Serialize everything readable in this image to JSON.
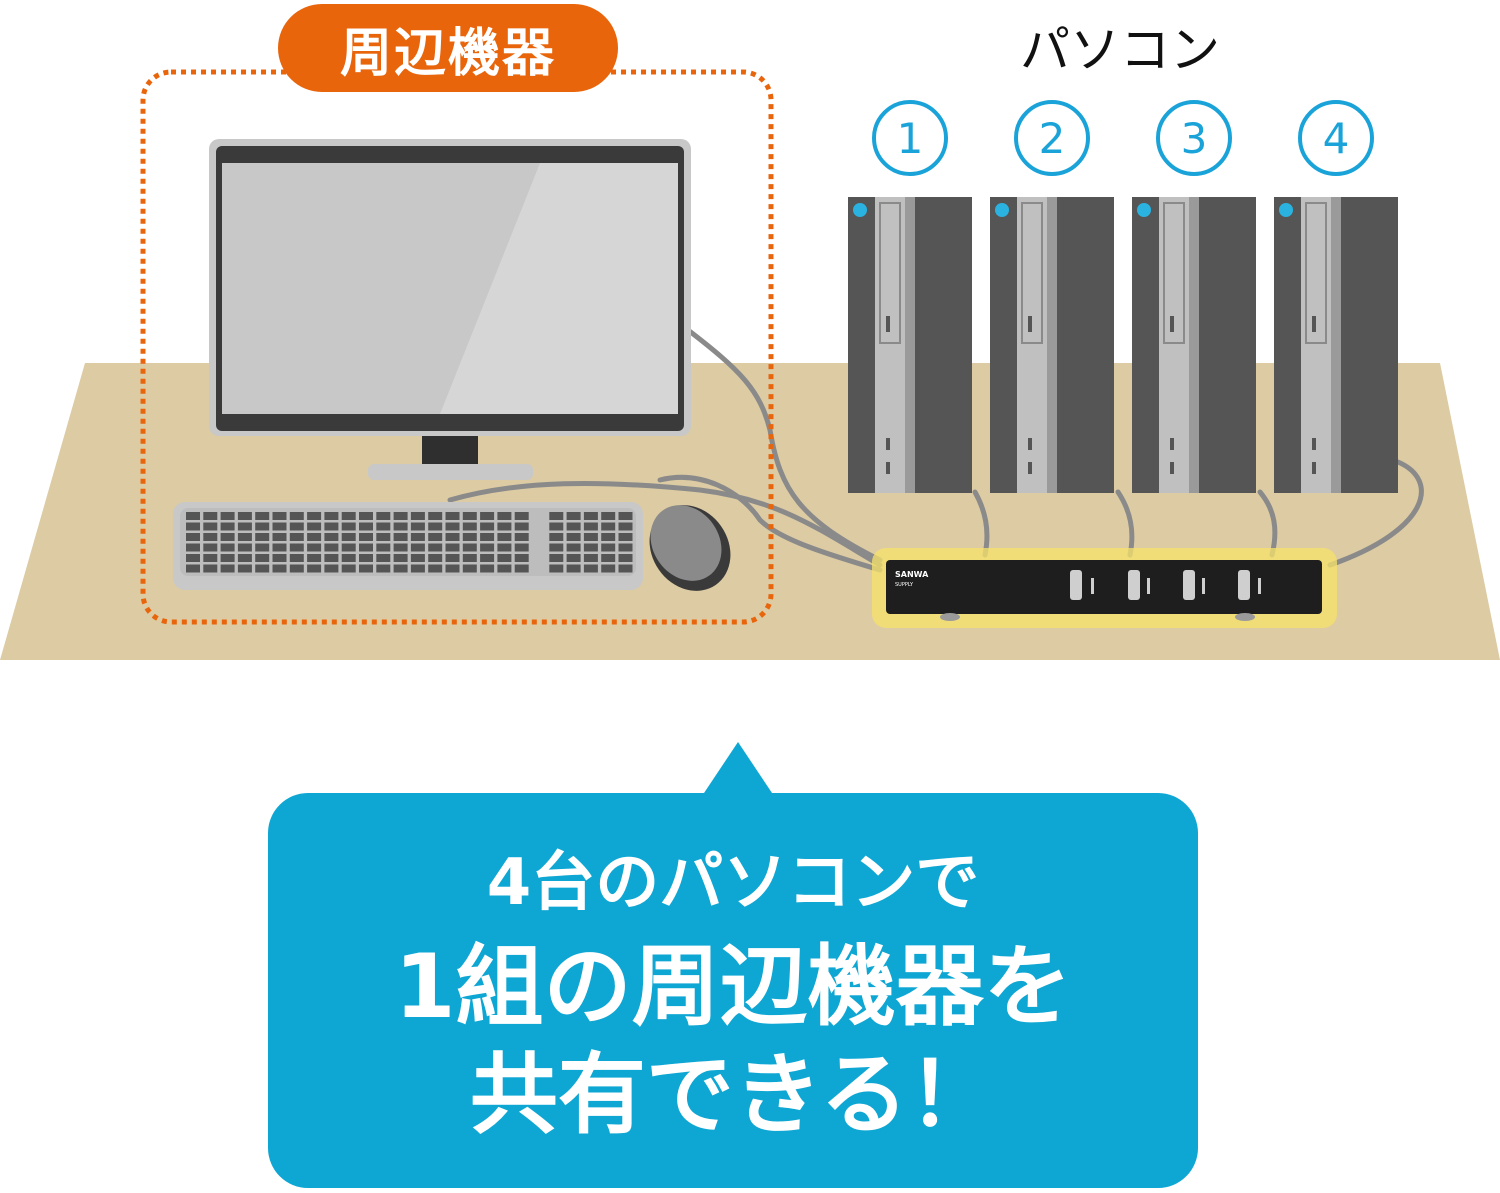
{
  "peripheral_label": "周辺機器",
  "pc_title": "パソコン",
  "pc_numbers": [
    "1",
    "2",
    "3",
    "4"
  ],
  "switch_brand": "SANWA",
  "switch_brand_sub": "SUPPLY",
  "callout": {
    "line1": "4台のパソコンで",
    "line2": "1組の周辺機器を",
    "line3": "共有できる！"
  },
  "colors": {
    "accent_orange": "#e8650c",
    "accent_blue": "#0ea6d3",
    "number_blue": "#1aa3d8",
    "desk": "#dccba3"
  }
}
